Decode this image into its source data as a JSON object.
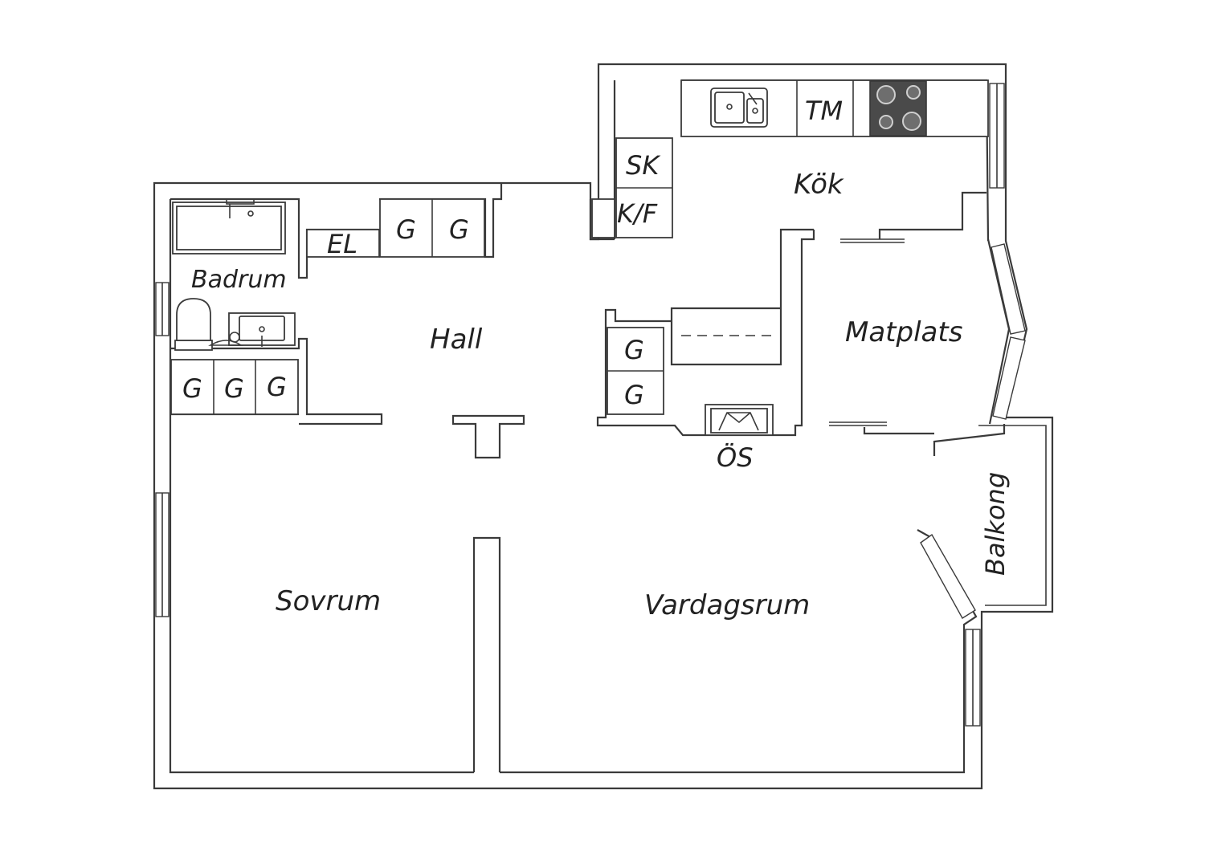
{
  "rooms": {
    "kok": "Kök",
    "hall": "Hall",
    "badrum": "Badrum",
    "matplats": "Matplats",
    "sovrum": "Sovrum",
    "vardagsrum": "Vardagsrum",
    "balkong": "Balkong"
  },
  "fixtures": {
    "sk": "SK",
    "kf": "K/F",
    "tm": "TM",
    "el": "EL",
    "wardrobe": "G",
    "os": "ÖS"
  },
  "colors": {
    "line": "#3a3a3a",
    "stove": "#4a4a4a",
    "background": "#ffffff"
  }
}
